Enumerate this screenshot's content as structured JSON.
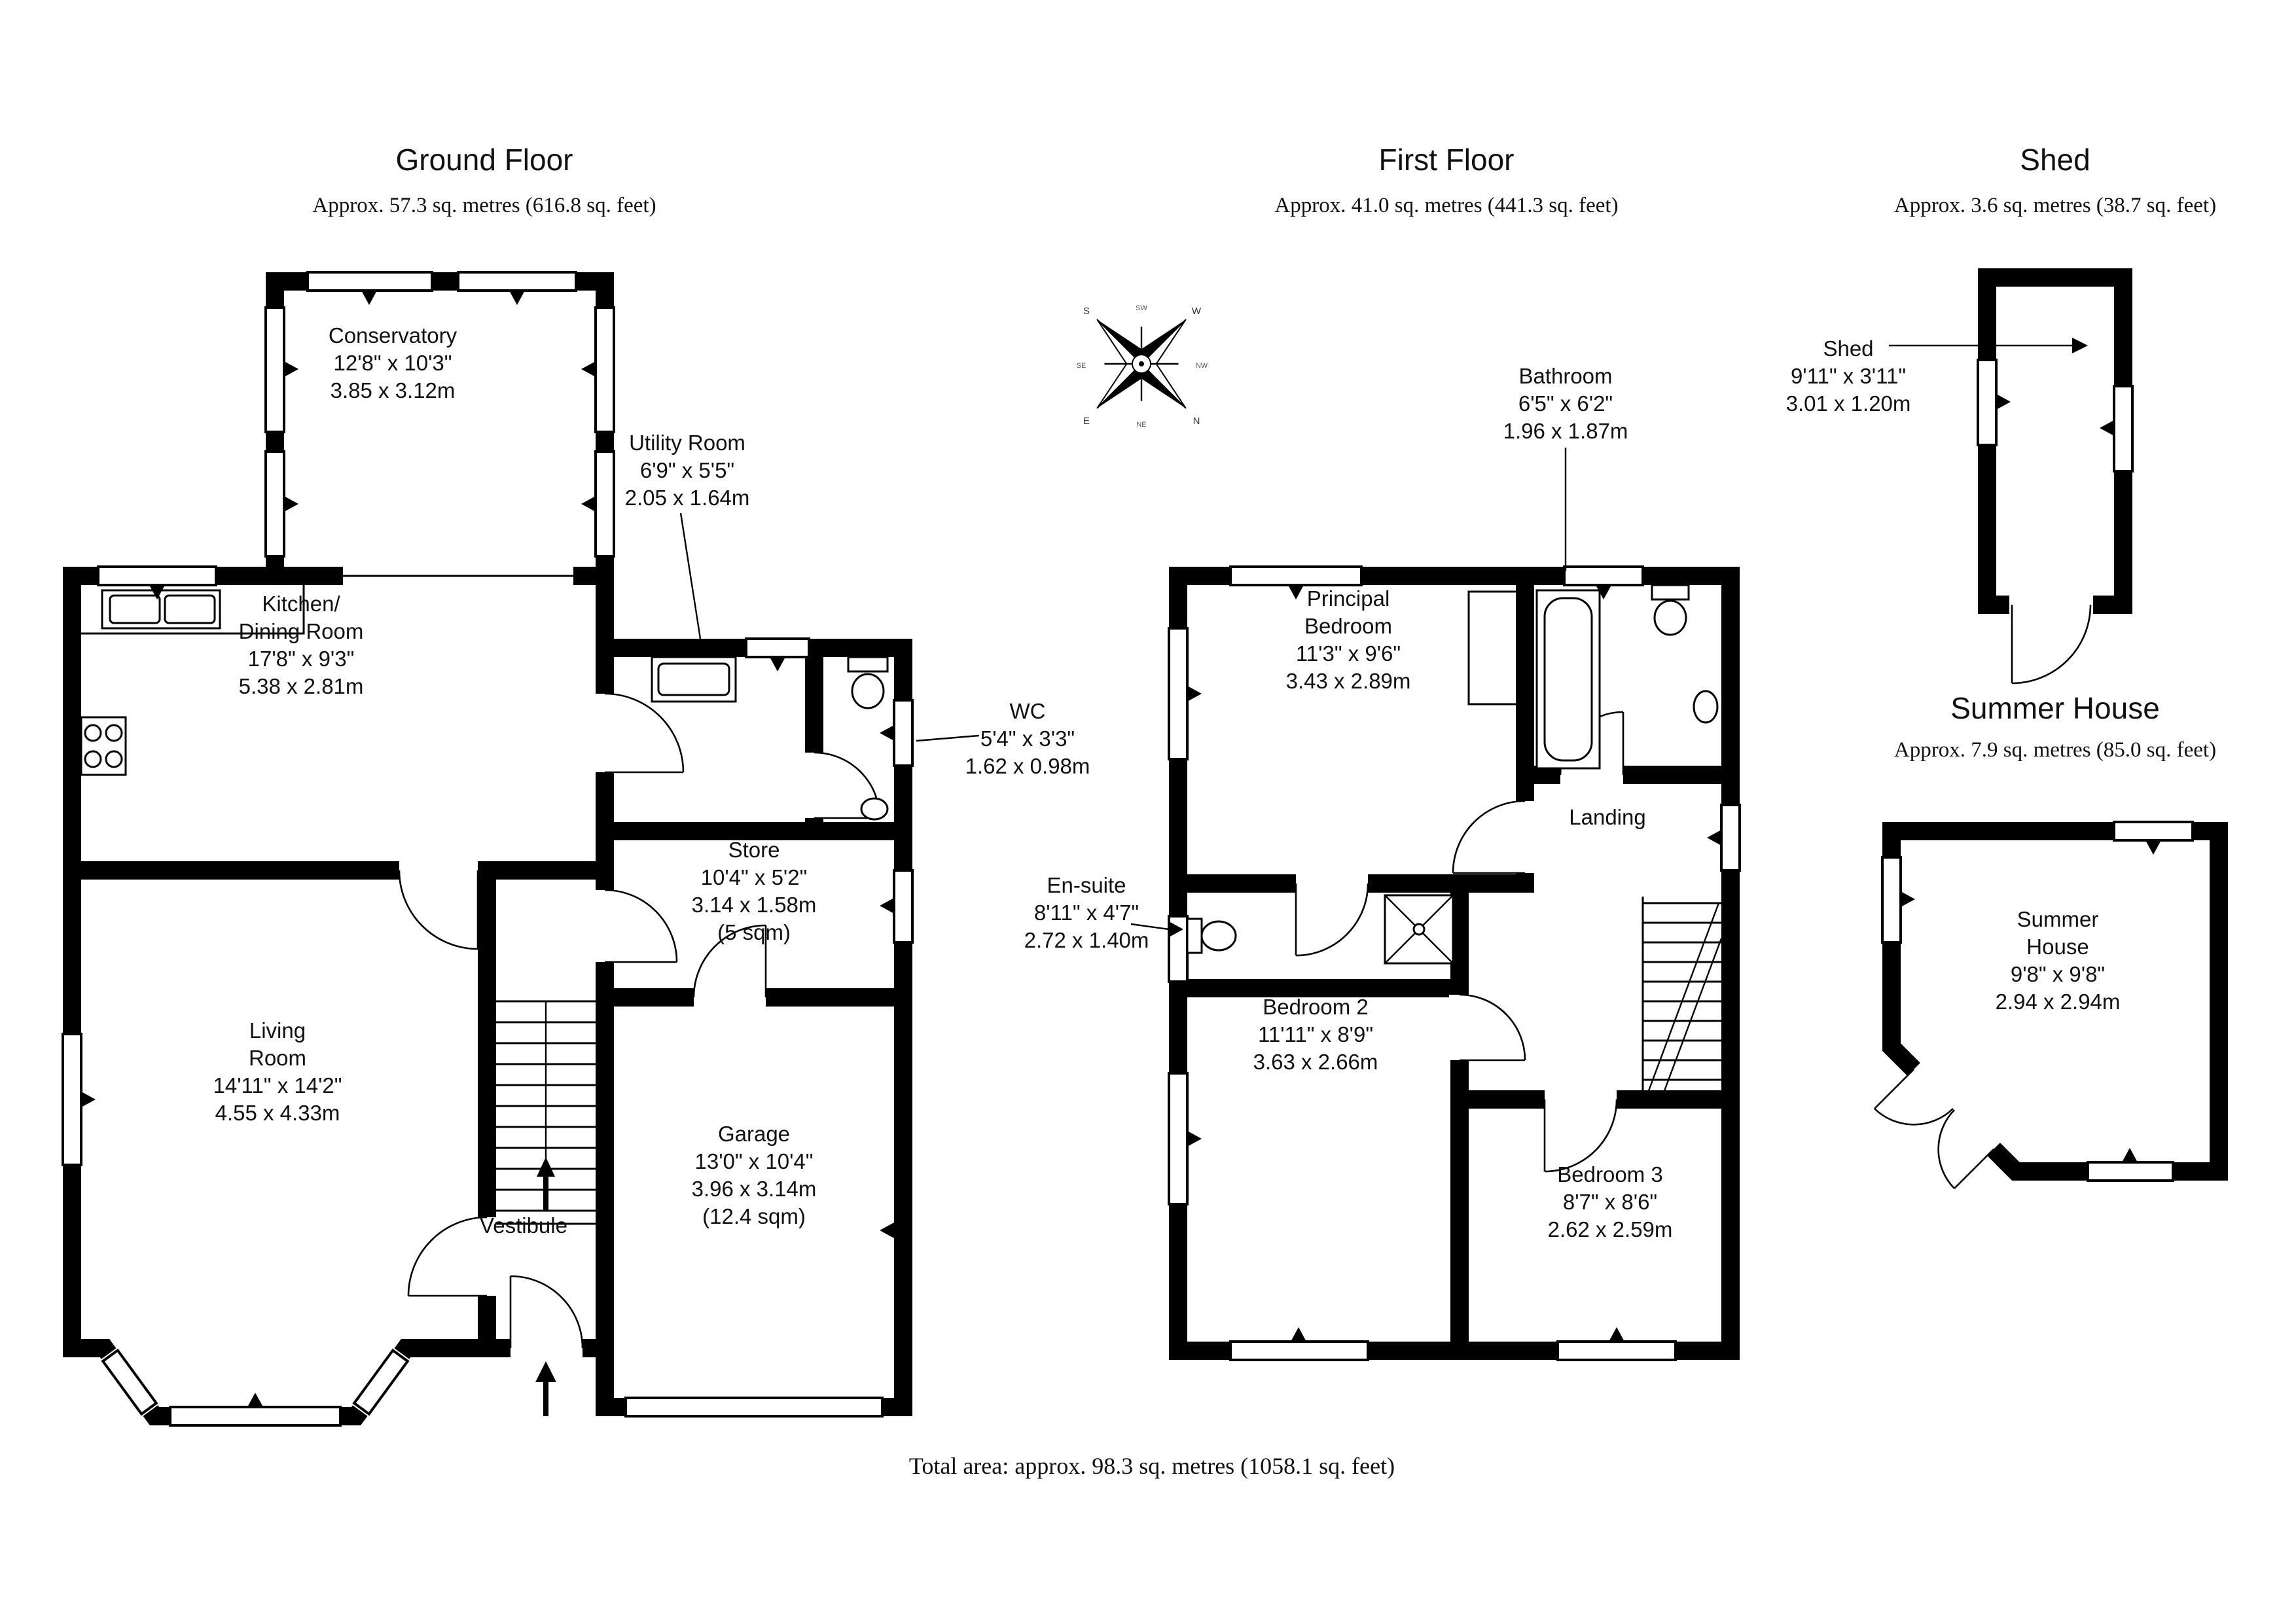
{
  "sections": {
    "ground": {
      "title": "Ground Floor",
      "subtitle": "Approx. 57.3 sq. metres (616.8 sq. feet)"
    },
    "first": {
      "title": "First Floor",
      "subtitle": "Approx. 41.0 sq. metres (441.3 sq. feet)"
    },
    "shed": {
      "title": "Shed",
      "subtitle": "Approx. 3.6 sq. metres (38.7 sq. feet)"
    },
    "summer": {
      "title": "Summer House",
      "subtitle": "Approx. 7.9 sq. metres (85.0 sq. feet)"
    }
  },
  "rooms": {
    "conservatory": {
      "name": "Conservatory",
      "imperial": "12'8\" x 10'3\"",
      "metric": "3.85 x 3.12m"
    },
    "utility": {
      "name": "Utility Room",
      "imperial": "6'9\" x 5'5\"",
      "metric": "2.05 x 1.64m"
    },
    "kitchen": {
      "name1": "Kitchen/",
      "name2": "Dining Room",
      "imperial": "17'8\" x 9'3\"",
      "metric": "5.38 x 2.81m"
    },
    "wc": {
      "name": "WC",
      "imperial": "5'4\" x 3'3\"",
      "metric": "1.62 x 0.98m"
    },
    "store": {
      "name": "Store",
      "imperial": "10'4\" x 5'2\"",
      "metric": "3.14 x 1.58m",
      "area": "(5 sqm)"
    },
    "living": {
      "name1": "Living",
      "name2": "Room",
      "imperial": "14'11\" x 14'2\"",
      "metric": "4.55 x 4.33m"
    },
    "vestibule": {
      "name": "Vestibule"
    },
    "garage": {
      "name": "Garage",
      "imperial": "13'0\" x 10'4\"",
      "metric": "3.96 x 3.14m",
      "area": "(12.4 sqm)"
    },
    "bathroom": {
      "name": "Bathroom",
      "imperial": "6'5\" x 6'2\"",
      "metric": "1.96 x 1.87m"
    },
    "principal": {
      "name1": "Principal",
      "name2": "Bedroom",
      "imperial": "11'3\" x 9'6\"",
      "metric": "3.43 x 2.89m"
    },
    "landing": {
      "name": "Landing"
    },
    "ensuite": {
      "name": "En-suite",
      "imperial": "8'11\" x 4'7\"",
      "metric": "2.72 x 1.40m"
    },
    "bedroom2": {
      "name": "Bedroom 2",
      "imperial": "11'11\" x 8'9\"",
      "metric": "3.63 x 2.66m"
    },
    "bedroom3": {
      "name": "Bedroom 3",
      "imperial": "8'7\" x 8'6\"",
      "metric": "2.62 x 2.59m"
    },
    "shed": {
      "name": "Shed",
      "imperial": "9'11\" x 3'11\"",
      "metric": "3.01 x 1.20m"
    },
    "summer_house": {
      "name1": "Summer",
      "name2": "House",
      "imperial": "9'8\" x 9'8\"",
      "metric": "2.94 x 2.94m"
    }
  },
  "compass": {
    "n": "N",
    "ne": "NE",
    "e": "E",
    "se": "SE",
    "s": "S",
    "sw": "SW",
    "w": "W",
    "nw": "NW"
  },
  "footer": {
    "total": "Total area: approx. 98.3 sq. metres (1058.1 sq. feet)"
  },
  "colors": {
    "wall": "#000000",
    "background": "#ffffff"
  }
}
